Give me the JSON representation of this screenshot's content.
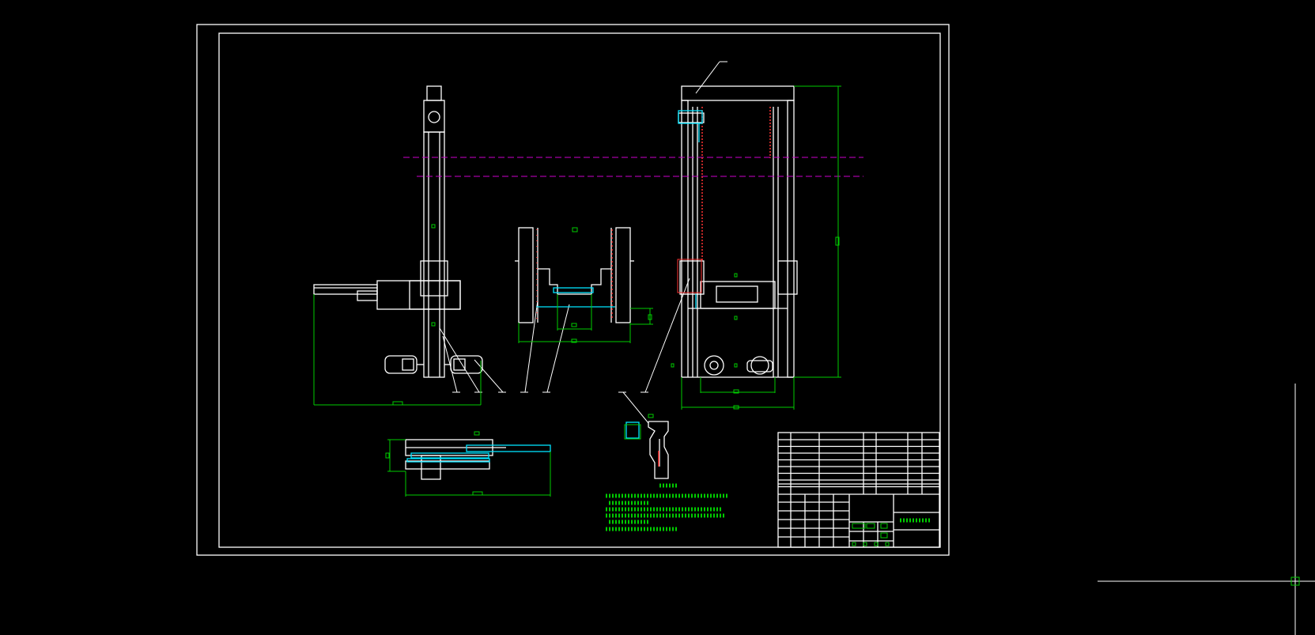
{
  "colors": {
    "background": "#000000",
    "outline": "#ffffff",
    "dimension": "#00cc00",
    "section": "#00e5ff",
    "centerline": "#cc00cc",
    "hatch": "#ff3333"
  },
  "drawing": {
    "views": [
      "side-elevation",
      "crane-front-elevation",
      "carriage-cross-section",
      "plan-view",
      "detail-view"
    ],
    "detail_caption": "",
    "notes_block": "",
    "title_block": {
      "drawing_name": ""
    }
  },
  "workspace": {
    "cursor": "crosshair"
  }
}
